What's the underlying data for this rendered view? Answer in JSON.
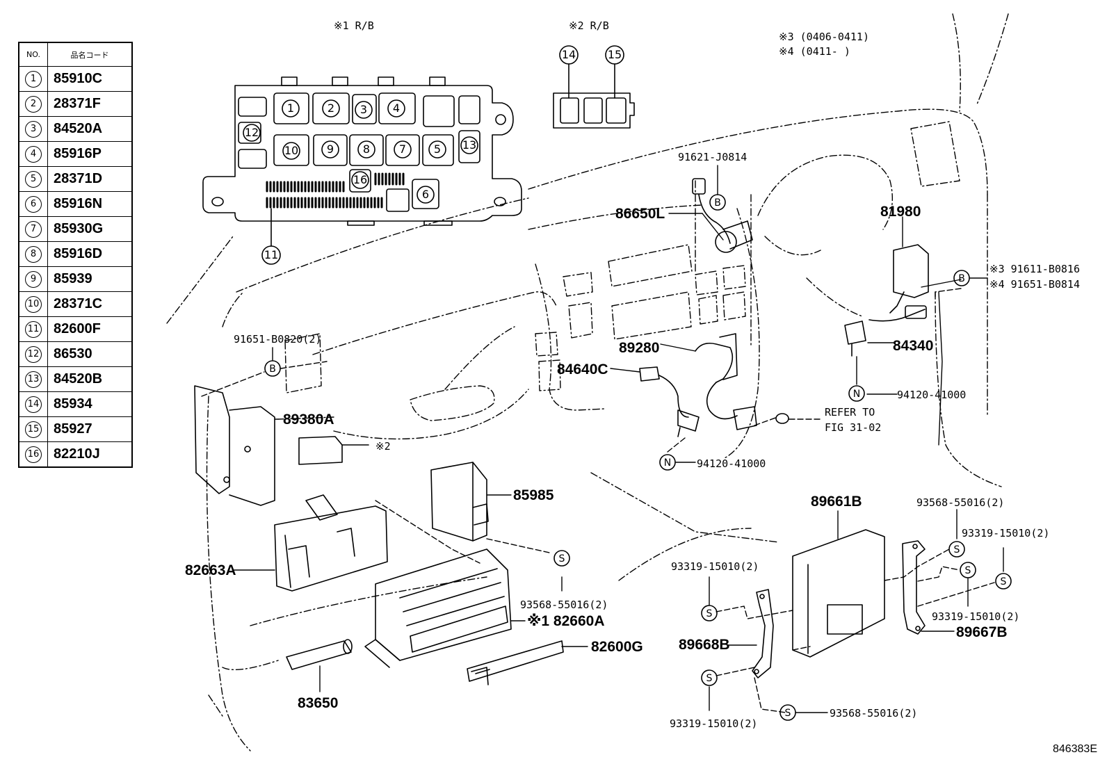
{
  "table": {
    "header_no": "NO.",
    "header_code": "品名コード",
    "rows": [
      {
        "no": "1",
        "code": "85910C"
      },
      {
        "no": "2",
        "code": "28371F"
      },
      {
        "no": "3",
        "code": "84520A"
      },
      {
        "no": "4",
        "code": "85916P"
      },
      {
        "no": "5",
        "code": "28371D"
      },
      {
        "no": "6",
        "code": "85916N"
      },
      {
        "no": "7",
        "code": "85930G"
      },
      {
        "no": "8",
        "code": "85916D"
      },
      {
        "no": "9",
        "code": "85939"
      },
      {
        "no": "10",
        "code": "28371C"
      },
      {
        "no": "11",
        "code": "82600F"
      },
      {
        "no": "12",
        "code": "86530"
      },
      {
        "no": "13",
        "code": "84520B"
      },
      {
        "no": "14",
        "code": "85934"
      },
      {
        "no": "15",
        "code": "85927"
      },
      {
        "no": "16",
        "code": "82210J"
      }
    ]
  },
  "notes": {
    "rb1": "※1 R/B",
    "rb2": "※2 R/B",
    "n3": "※3 (0406-0411)",
    "n4": "※4 (0411-     )",
    "mark2": "※2"
  },
  "labels": {
    "p91621": "91621-J0814",
    "p86650L": "86650L",
    "p81980": "81980",
    "p91611": "※3 91611-B0816",
    "p91651b": "※4 91651-B0814",
    "p84340": "84340",
    "p94120a": "94120-41000",
    "p94120b": "94120-41000",
    "refer1": "REFER TO",
    "refer2": "FIG 31-02",
    "p89280": "89280",
    "p84640C": "84640C",
    "p91651": "91651-B0820(2)",
    "p89380A": "89380A",
    "p85985": "85985",
    "p82663A": "82663A",
    "p93568a": "93568-55016(2)",
    "p82660A": "※1 82660A",
    "p82600G": "82600G",
    "p83650": "83650",
    "p89661B": "89661B",
    "p93568b": "93568-55016(2)",
    "p93319a": "93319-15010(2)",
    "p93319b": "93319-15010(2)",
    "p93319c": "93319-15010(2)",
    "p93319d": "93319-15010(2)",
    "p89668B": "89668B",
    "p89667B": "89667B",
    "p93568c": "93568-55016(2)"
  },
  "callouts": {
    "b": "B",
    "n": "N",
    "s": "S"
  },
  "relay_box_1": {
    "slots_row1": [
      "1",
      "2",
      "3",
      "4"
    ],
    "slots_row2": [
      "10",
      "9",
      "8",
      "7",
      "5"
    ],
    "slot12": "12",
    "slot13": "13",
    "slot16": "16",
    "slot6": "6",
    "slot11": "11"
  },
  "relay_box_2": {
    "slot14": "14",
    "slot15": "15"
  },
  "page_code": "846383E"
}
